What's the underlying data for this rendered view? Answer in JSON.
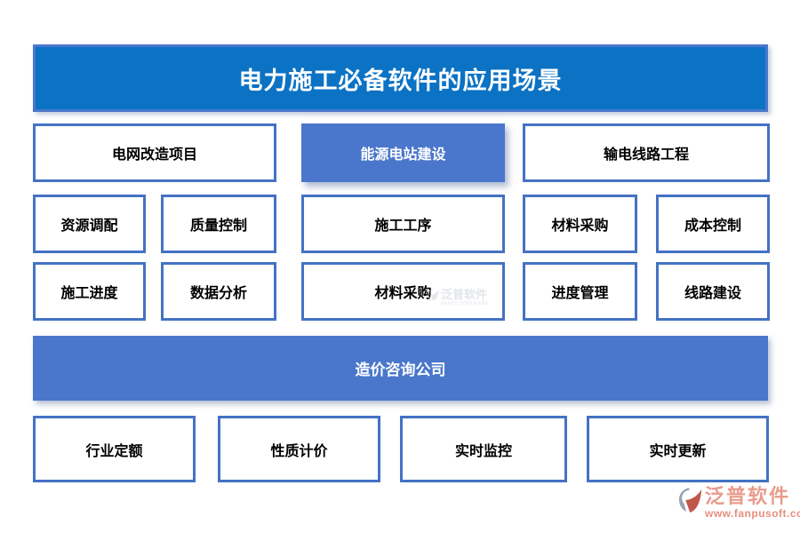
{
  "title": "电力施工必备软件的应用场景",
  "scenario_row": {
    "left": "电网改造项目",
    "center": "能源电站建设",
    "right": "输电线路工程"
  },
  "feature_row_1": [
    "资源调配",
    "质量控制",
    "施工工序",
    "材料采购",
    "成本控制"
  ],
  "feature_row_2": [
    "施工进度",
    "数据分析",
    "材料采购",
    "进度管理",
    "线路建设"
  ],
  "company_bar": "造价咨询公司",
  "bottom_row": [
    "行业定额",
    "性质计价",
    "实时监控",
    "实时更新"
  ],
  "watermark": {
    "name": "泛普软件",
    "subname": "FANPU SOFTWARE",
    "icon": "fanpu-logo-icon"
  },
  "logo": {
    "name": "泛普软件",
    "url": "www.fanpusoft.com",
    "icon": "fanpu-logo-icon"
  },
  "colors": {
    "header_fill": "#0B72C4",
    "header_border": "#4A77CC",
    "accent_fill": "#4A77CC",
    "box_border": "#4472C4",
    "logo_text": "#E89B8C",
    "logo_red": "#C0564A",
    "logo_gray": "#98A2B2"
  }
}
